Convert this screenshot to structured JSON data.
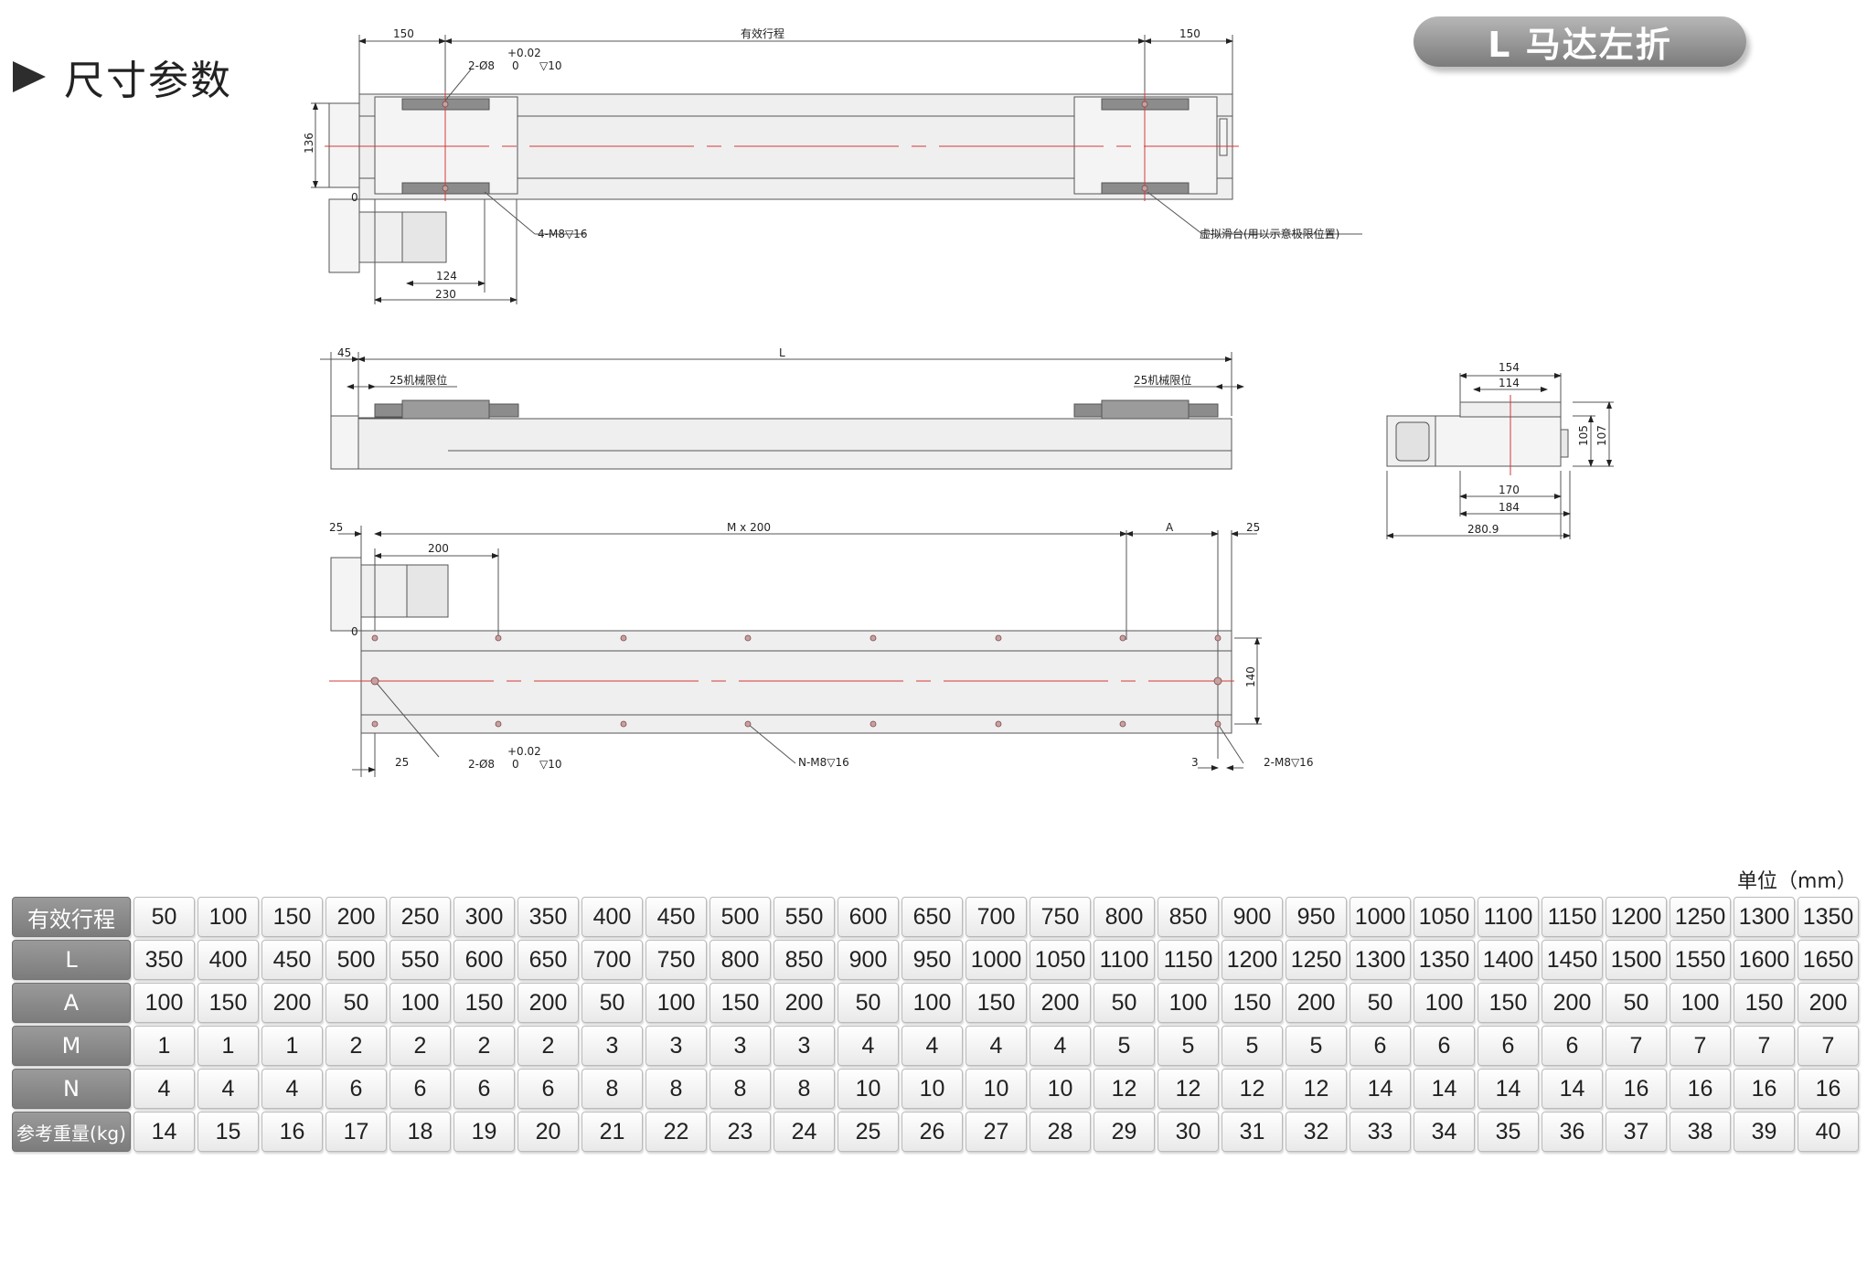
{
  "heading": {
    "title": "尺寸参数"
  },
  "badge": {
    "label": "L 马达左折"
  },
  "drawing": {
    "top_view": {
      "dim_left": "150",
      "dim_stroke": "有效行程",
      "dim_right": "150",
      "tolerance": "+0.02",
      "tolerance_zero": "0",
      "pin_spec": "2-Ø8",
      "pin_depth": "▽10",
      "height_136": "136",
      "zero": "0",
      "screw_note": "4-M8▽16",
      "virtual_slide_note": "虚拟滑台(用以示意极限位置)",
      "dim_124": "124",
      "dim_230": "230"
    },
    "side_view": {
      "dim_45": "45",
      "dim_L": "L",
      "limit_left": "25机械限位",
      "limit_right": "25机械限位"
    },
    "end_view": {
      "dim_154": "154",
      "dim_114": "114",
      "dim_105": "105",
      "dim_107": "107",
      "dim_170": "170",
      "dim_184": "184",
      "dim_280": "280.9"
    },
    "bottom_view": {
      "dim_25_left": "25",
      "dim_200": "200",
      "dim_Mx200": "M x 200",
      "dim_A": "A",
      "dim_25_right": "25",
      "dim_140": "140",
      "zero": "0",
      "dim_25_bottom": "25",
      "pin_spec": "2-Ø8",
      "tolerance": "+0.02",
      "tolerance_zero": "0",
      "pin_depth": "▽10",
      "n_note": "N-M8▽16",
      "dim_3": "3",
      "m_note": "2-M8▽16"
    }
  },
  "table": {
    "unit": "单位（mm）",
    "rows": [
      {
        "label": "有效行程",
        "values": [
          "50",
          "100",
          "150",
          "200",
          "250",
          "300",
          "350",
          "400",
          "450",
          "500",
          "550",
          "600",
          "650",
          "700",
          "750",
          "800",
          "850",
          "900",
          "950",
          "1000",
          "1050",
          "1100",
          "1150",
          "1200",
          "1250",
          "1300",
          "1350"
        ]
      },
      {
        "label": "L",
        "values": [
          "350",
          "400",
          "450",
          "500",
          "550",
          "600",
          "650",
          "700",
          "750",
          "800",
          "850",
          "900",
          "950",
          "1000",
          "1050",
          "1100",
          "1150",
          "1200",
          "1250",
          "1300",
          "1350",
          "1400",
          "1450",
          "1500",
          "1550",
          "1600",
          "1650"
        ]
      },
      {
        "label": "A",
        "values": [
          "100",
          "150",
          "200",
          "50",
          "100",
          "150",
          "200",
          "50",
          "100",
          "150",
          "200",
          "50",
          "100",
          "150",
          "200",
          "50",
          "100",
          "150",
          "200",
          "50",
          "100",
          "150",
          "200",
          "50",
          "100",
          "150",
          "200"
        ]
      },
      {
        "label": "M",
        "values": [
          "1",
          "1",
          "1",
          "2",
          "2",
          "2",
          "2",
          "3",
          "3",
          "3",
          "3",
          "4",
          "4",
          "4",
          "4",
          "5",
          "5",
          "5",
          "5",
          "6",
          "6",
          "6",
          "6",
          "7",
          "7",
          "7",
          "7"
        ]
      },
      {
        "label": "N",
        "values": [
          "4",
          "4",
          "4",
          "6",
          "6",
          "6",
          "6",
          "8",
          "8",
          "8",
          "8",
          "10",
          "10",
          "10",
          "10",
          "12",
          "12",
          "12",
          "12",
          "14",
          "14",
          "14",
          "14",
          "16",
          "16",
          "16",
          "16"
        ]
      },
      {
        "label": "参考重量(kg)",
        "values": [
          "14",
          "15",
          "16",
          "17",
          "18",
          "19",
          "20",
          "21",
          "22",
          "23",
          "24",
          "25",
          "26",
          "27",
          "28",
          "29",
          "30",
          "31",
          "32",
          "33",
          "34",
          "35",
          "36",
          "37",
          "38",
          "39",
          "40"
        ]
      }
    ]
  },
  "colors": {
    "center_line": "#d43a3a",
    "body_fill": "#eeeeee",
    "slide_fill": "#8c8c8c"
  }
}
